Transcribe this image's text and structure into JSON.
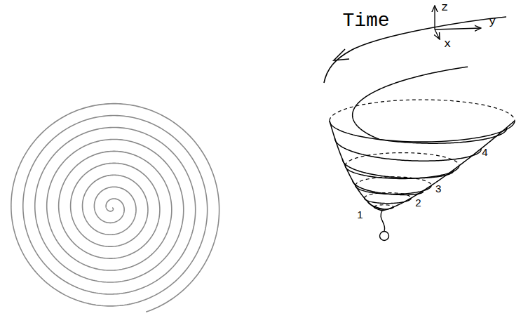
{
  "diagram": {
    "labels": [
      "Time",
      "z",
      "y",
      "x",
      "1",
      "2",
      "3",
      "4"
    ]
  }
}
